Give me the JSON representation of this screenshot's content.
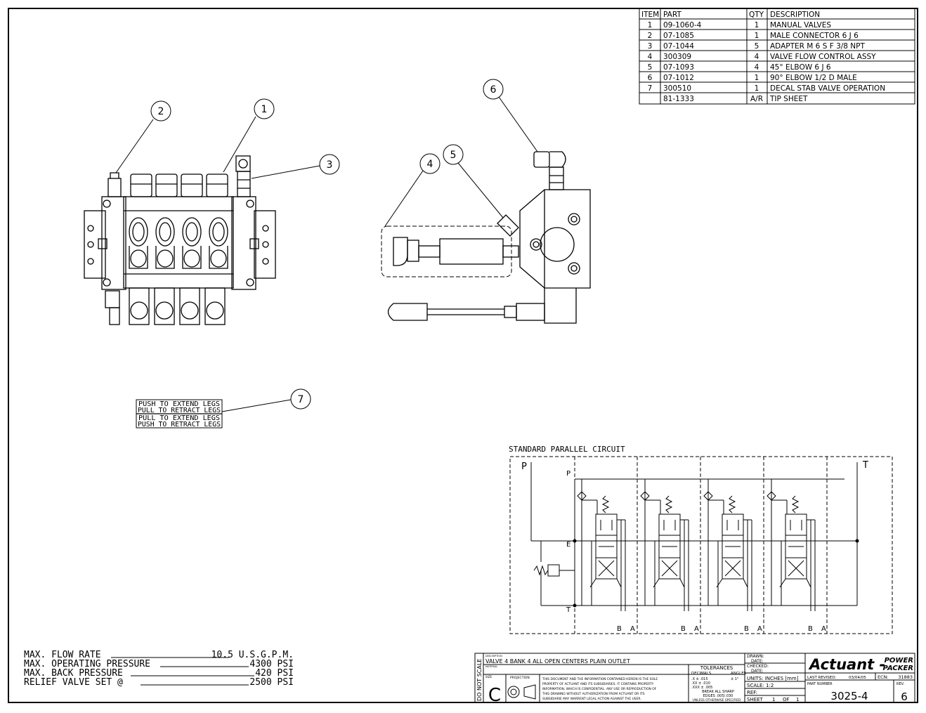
{
  "bom": {
    "headers": {
      "item": "ITEM",
      "part": "PART",
      "qty": "QTY",
      "description": "DESCRIPTION"
    },
    "rows": [
      {
        "item": "1",
        "part": "09-1060-4",
        "qty": "1",
        "description": "MANUAL VALVES"
      },
      {
        "item": "2",
        "part": "07-1085",
        "qty": "1",
        "description": "MALE CONNECTOR 6 J 6"
      },
      {
        "item": "3",
        "part": "07-1044",
        "qty": "5",
        "description": "ADAPTER M 6 S F 3/8 NPT"
      },
      {
        "item": "4",
        "part": "300309",
        "qty": "4",
        "description": "VALVE FLOW CONTROL ASSY"
      },
      {
        "item": "5",
        "part": "07-1093",
        "qty": "4",
        "description": "45° ELBOW 6 J 6"
      },
      {
        "item": "6",
        "part": "07-1012",
        "qty": "1",
        "description": "90° ELBOW 1/2 D MALE"
      },
      {
        "item": "7",
        "part": "300510",
        "qty": "1",
        "description": "DECAL STAB VALVE OPERATION"
      },
      {
        "item": "",
        "part": "81-1333",
        "qty": "A/R",
        "description": "TIP SHEET"
      }
    ]
  },
  "balloons": [
    "1",
    "2",
    "3",
    "4",
    "5",
    "6",
    "7"
  ],
  "decal": {
    "lines": [
      "PUSH TO EXTEND LEGS",
      "PULL TO RETRACT LEGS",
      "PULL TO EXTEND LEGS",
      "PUSH TO RETRACT LEGS"
    ]
  },
  "circuit": {
    "title": "STANDARD PARALLEL CIRCUIT",
    "port_p_big": "P",
    "port_t_big": "T",
    "port_p": "P",
    "port_e": "E",
    "port_t": "T",
    "port_b": "B",
    "port_a": "A"
  },
  "specs": [
    {
      "label": "MAX. FLOW RATE",
      "value": "10.5 U.S.G.P.M."
    },
    {
      "label": "MAX. OPERATING PRESSURE",
      "value": "4300 PSI"
    },
    {
      "label": "MAX. BACK PRESSURE",
      "value": "420 PSI"
    },
    {
      "label": "RELIEF VALVE SET @",
      "value": "2500 PSI"
    }
  ],
  "title_block": {
    "do_not_scale": "DO NOT SCALE",
    "description_label": "DESCRIPTION",
    "description": "VALVE 4 BANK 4 ALL OPEN CENTERS PLAIN OUTLET",
    "material_label": "MATERIAL",
    "size_label": "SIZE",
    "size": "C",
    "projection_label": "PROJECTION",
    "notice": [
      "THIS DOCUMENT AND THE INFORMATION CONTAINED HEREIN IS THE SOLE",
      "PROPERTY OF ACTUANT AND ITS SUBSIDIARIES. IT CONTAINS PROPERTY",
      "INFORMATION, WHICH IS CONFIDENTIAL. ANY USE OR REPRODUCTION OF",
      "THIS DRAWING WITHOUT AUTHORIZATION FROM ACTUANT OR ITS",
      "SUBSIDIARIE MAY WARRENT LEGAL ACTION AGAINST THE USER."
    ],
    "tolerances_label": "TOLERANCES",
    "decimals_label": "DECIMALS",
    "angles_label": "ANGLES",
    "tol_x": ".X ± .015",
    "tol_xx": ".XX ± .010",
    "tol_xxx": ".XXX ± .005",
    "tol_angle": "± 1°",
    "break_edges_1": "BREAK ALL SHARP",
    "break_edges_2": "EDGES .005/.030",
    "unless": "UNLESS OTHERWISE SPECIFIED",
    "drawn": "DRAWN:",
    "drawn_date": "DATE:",
    "checked": "CHECKED:",
    "checked_date": "DATE:",
    "units": "UNITS: INCHES [mm]",
    "scale": "SCALE: 1:2",
    "ref": "REF:",
    "sheet": "SHEET",
    "sheet_num": "1",
    "sheet_of": "OF",
    "sheet_total": "1",
    "company": "Actuant -",
    "company_sub_1": "POWER",
    "company_sub_2": "PACKER",
    "last_revised_label": "LAST REVISED:",
    "last_revised": "03/04/05",
    "ecn_label": "ECN:",
    "ecn": "31883",
    "part_number_label": "PART NUMBER",
    "part_number": "3025-4",
    "rev_label": "REV.",
    "rev": "6"
  }
}
